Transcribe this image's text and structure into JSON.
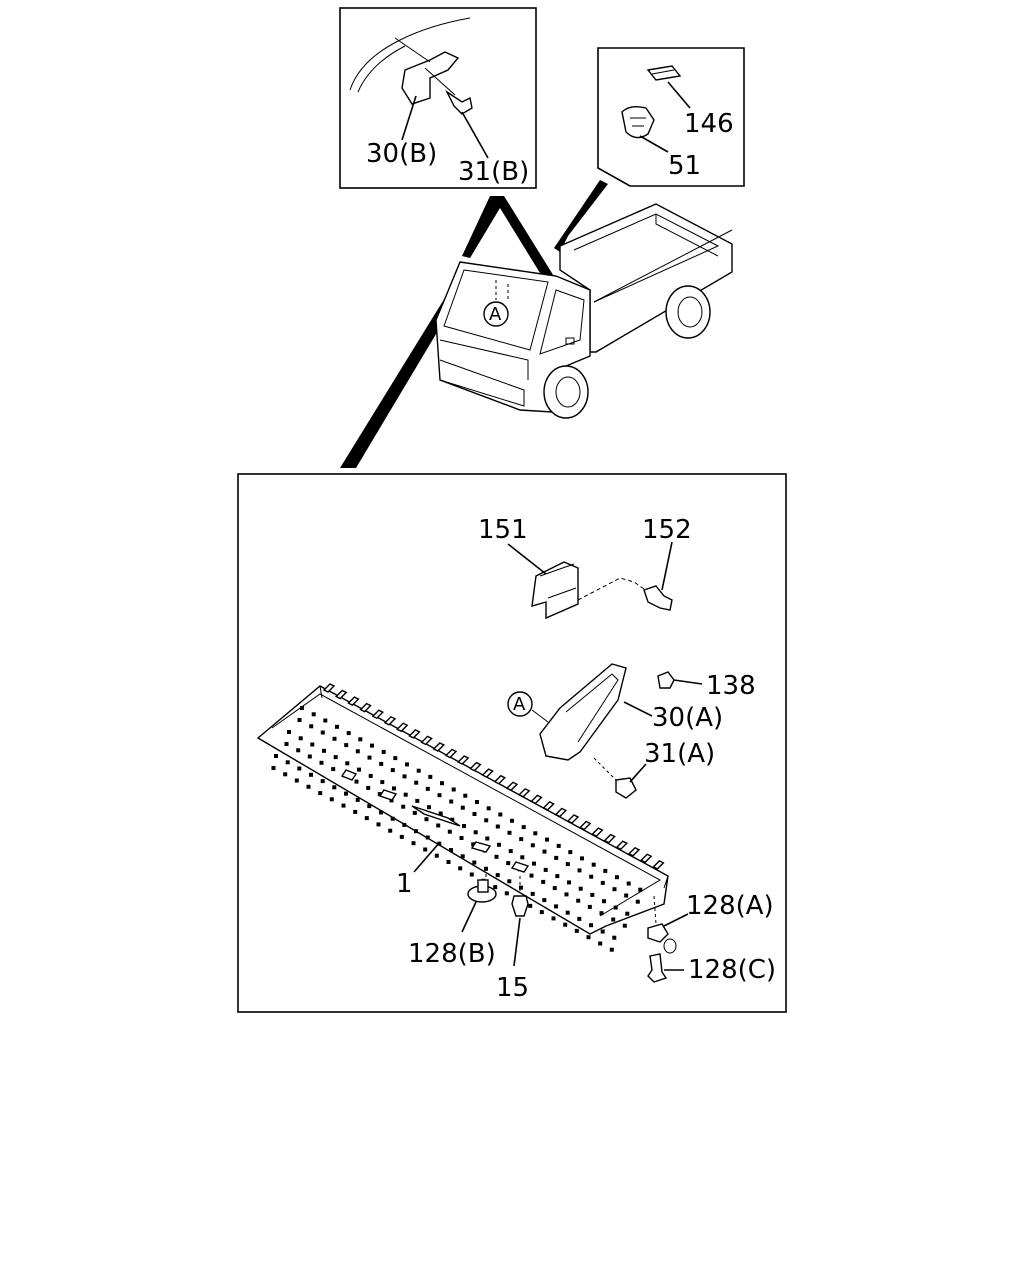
{
  "diagram": {
    "callouts": {
      "p30b": "30(B)",
      "p31b": "31(B)",
      "p146": "146",
      "p51": "51",
      "p151": "151",
      "p152": "152",
      "p138": "138",
      "p30a": "30(A)",
      "p31a": "31(A)",
      "p1": "1",
      "p128b": "128(B)",
      "p15": "15",
      "p128a": "128(A)",
      "p128c": "128(C)"
    },
    "reference_marks": {
      "on_truck": "A",
      "on_bracket": "A"
    }
  }
}
